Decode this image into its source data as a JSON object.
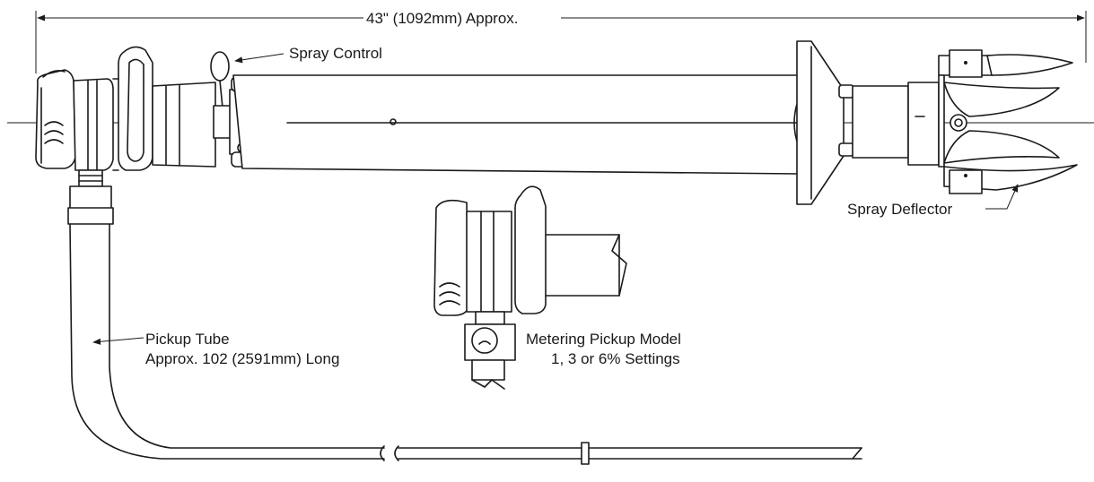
{
  "labels": {
    "overall_length": "43\" (1092mm) Approx.",
    "spray_control": "Spray Control",
    "spray_deflector": "Spray Deflector",
    "pickup_tube_line1": "Pickup Tube",
    "pickup_tube_line2": "Approx. 102 (2591mm) Long",
    "metering_line1": "Metering Pickup Model",
    "metering_line2": "1, 3 or 6% Settings"
  },
  "colors": {
    "line": "#1a1a1a",
    "background": "#ffffff"
  }
}
